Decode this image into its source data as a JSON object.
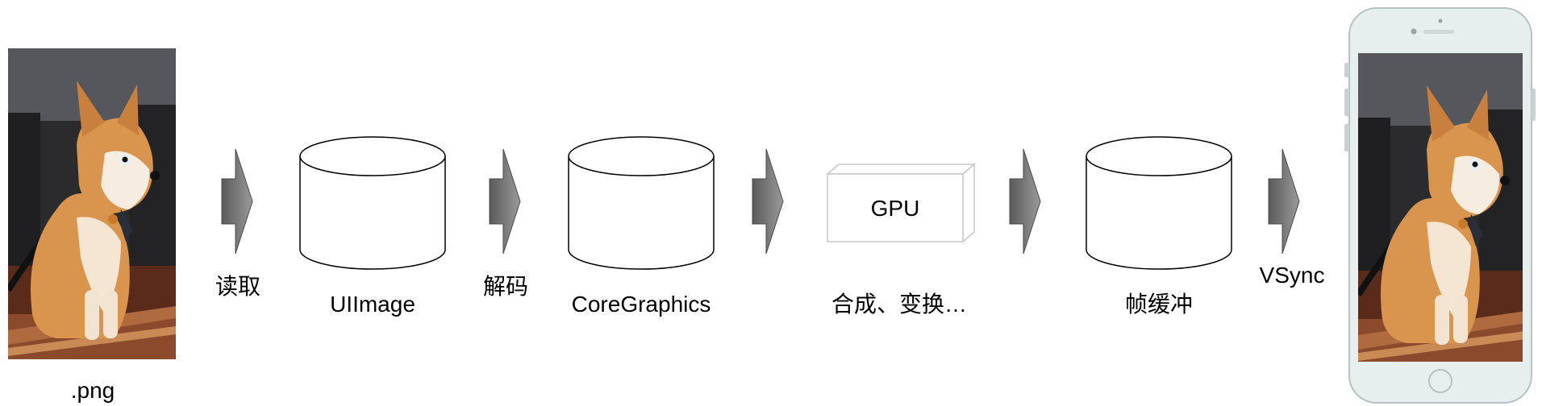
{
  "source": {
    "label": ".png",
    "image": "corgi-dog-photo"
  },
  "steps": [
    {
      "arrow_label": "读取",
      "node_label": "UIImage",
      "node_shape": "cylinder"
    },
    {
      "arrow_label": "解码",
      "node_label": "CoreGraphics",
      "node_shape": "cylinder"
    },
    {
      "arrow_label": "",
      "node_label": "合成、变换…",
      "node_inner_label": "GPU",
      "node_shape": "box-3d"
    },
    {
      "arrow_label": "",
      "node_label": "帧缓冲",
      "node_shape": "cylinder"
    }
  ],
  "final_arrow_label": "VSync",
  "target": {
    "device": "phone-icon",
    "image": "corgi-dog-photo"
  },
  "colors": {
    "arrow_fill": "#808080",
    "stroke": "#000000",
    "gpu_stroke": "#c8c8c8",
    "phone_body": "#e6eeee"
  }
}
